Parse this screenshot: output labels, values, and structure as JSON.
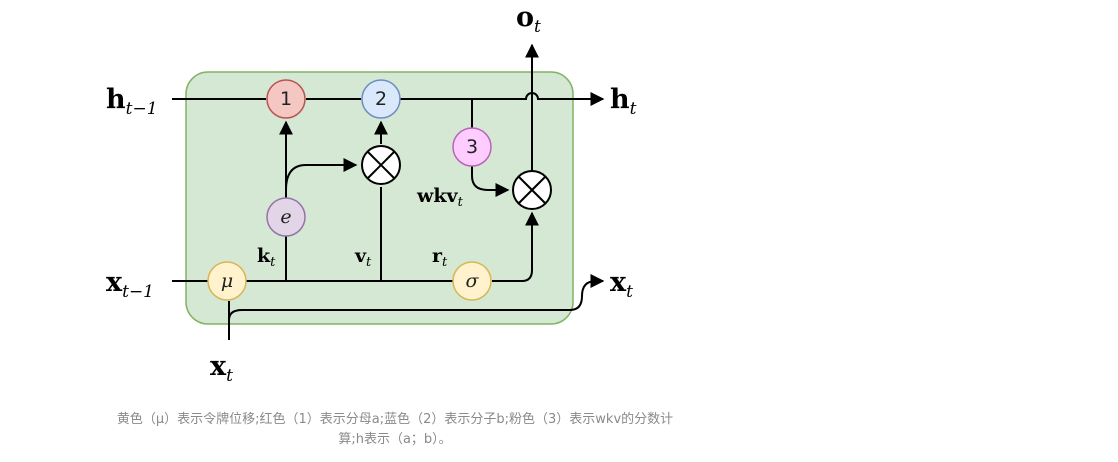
{
  "labels": {
    "h_prev": {
      "base": "h",
      "sub": "t−1"
    },
    "h_out": {
      "base": "h",
      "sub": "t"
    },
    "o_out": {
      "base": "o",
      "sub": "t"
    },
    "x_prev": {
      "base": "x",
      "sub": "t−1"
    },
    "x_out": {
      "base": "x",
      "sub": "t"
    },
    "x_in": {
      "base": "x",
      "sub": "t"
    },
    "k": {
      "base": "k",
      "sub": "t"
    },
    "v": {
      "base": "v",
      "sub": "t"
    },
    "r": {
      "base": "r",
      "sub": "t"
    },
    "wkv": {
      "base": "wkv",
      "sub": "t"
    }
  },
  "nodes": {
    "n1": {
      "label": "1",
      "fill": "#f4c7c3",
      "stroke": "#b85450"
    },
    "n2": {
      "label": "2",
      "fill": "#dae8fc",
      "stroke": "#6c8ebf"
    },
    "n3": {
      "label": "3",
      "fill": "#ffccff",
      "stroke": "#b865b8"
    },
    "e": {
      "label": "e",
      "fill": "#e1d5e7",
      "stroke": "#9673a6"
    },
    "mu": {
      "label": "μ",
      "fill": "#fff2cc",
      "stroke": "#d6b656"
    },
    "sigma": {
      "label": "σ",
      "fill": "#fff2cc",
      "stroke": "#d6b656"
    },
    "mult": {
      "label": "⊗"
    }
  },
  "block": {
    "fill": "#d5e8d4",
    "stroke": "#82b366"
  },
  "caption": {
    "line1": "黄色（μ）表示令牌位移;红色（1）表示分母a;蓝色（2）表示分子b;粉色（3）表示wkv的分数计",
    "line2": "算;h表示（a；b）。"
  }
}
